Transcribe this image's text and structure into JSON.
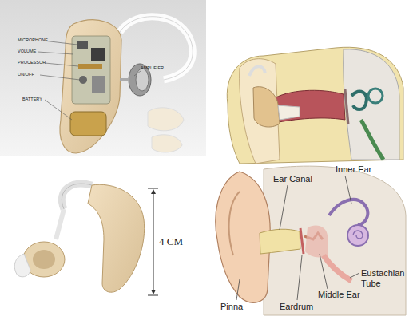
{
  "diagram": {
    "labels": [
      "MICROPHONE",
      "VOLUME",
      "PROCESSOR",
      "ON/OFF",
      "BATTERY",
      "AMPLIFIER",
      "4 CM",
      "Ear Canal",
      "Inner Ear",
      "Eustachian Tube",
      "Pinna",
      "Eardrum",
      "Middle Ear"
    ]
  }
}
